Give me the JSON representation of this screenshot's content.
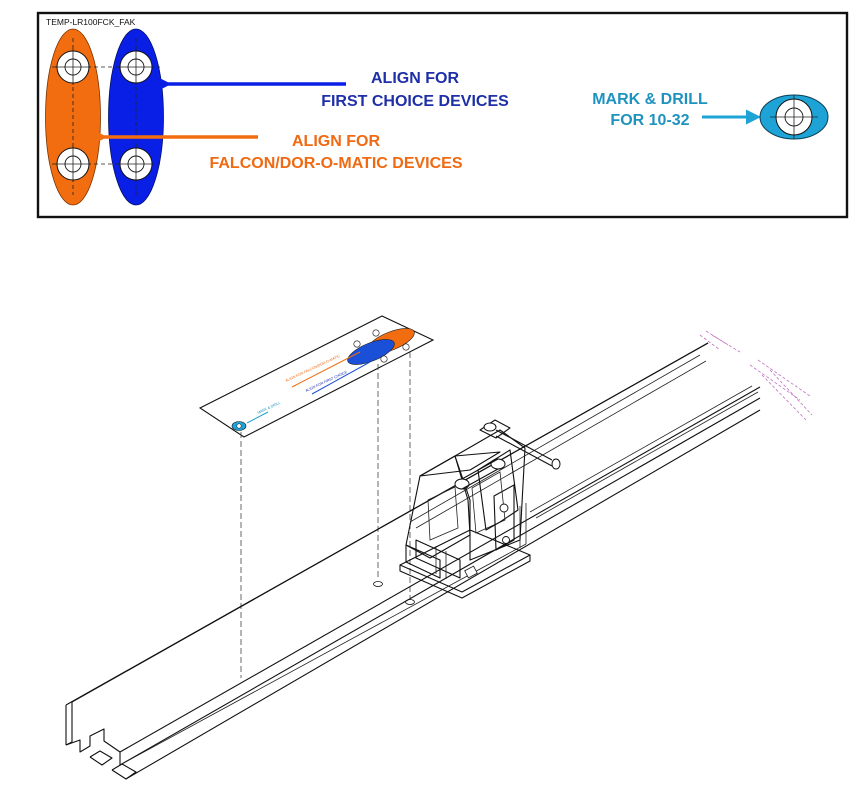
{
  "template": {
    "code": "TEMP-LR100FCK_FAK",
    "first_choice_line1": "ALIGN FOR",
    "first_choice_line2": "FIRST CHOICE DEVICES",
    "falcon_line1": "ALIGN FOR",
    "falcon_line2": "FALCON/DOR-O-MATIC DEVICES",
    "drill_line1": "MARK & DRILL",
    "drill_line2": "FOR 10-32"
  },
  "colors": {
    "orange": "#f26d0f",
    "blue": "#0a1fe6",
    "cyan": "#1ea3d6",
    "first_choice_text": "#1e2fa8",
    "falcon_text": "#ef6a13",
    "drill_text": "#1f93bf",
    "line": "#111111",
    "magenta_dash": "#c070c0"
  },
  "icons": [
    "orange-slot-shape",
    "blue-slot-shape",
    "cyan-drill-oval",
    "arrow-right-icon",
    "arrow-left-icon"
  ]
}
